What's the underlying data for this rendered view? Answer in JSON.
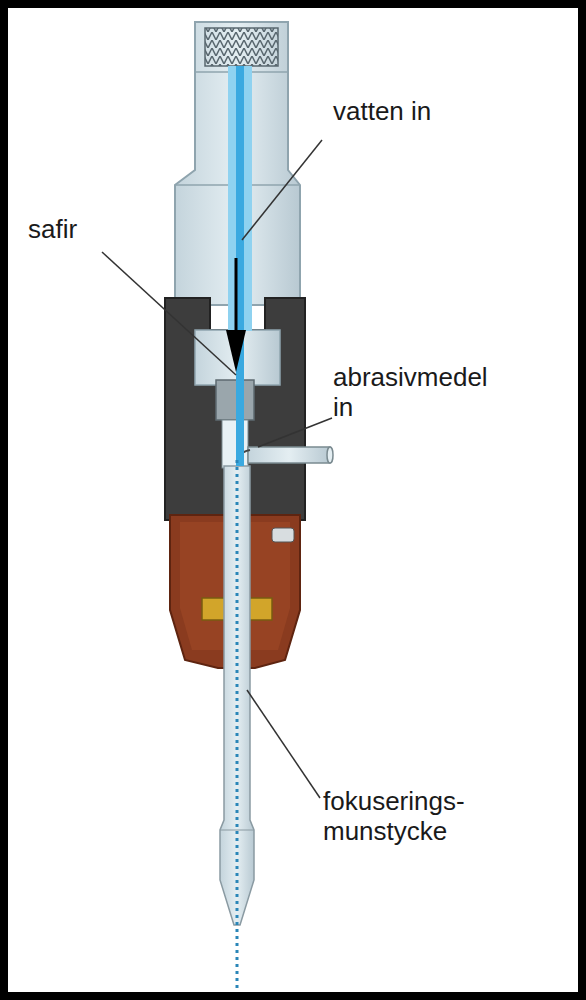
{
  "diagram": {
    "labels": [
      "vatten in",
      "safir",
      "abrasivmedel in",
      "fokuserings- munstycke"
    ]
  }
}
